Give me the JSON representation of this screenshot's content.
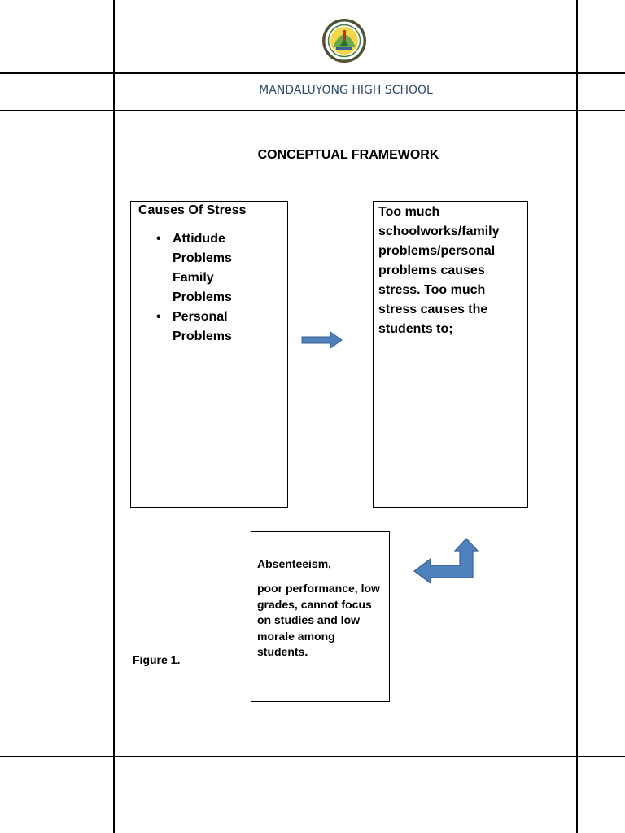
{
  "header": {
    "school_name": "MANDALUYONG HIGH SCHOOL",
    "seal_icon": "school-seal-icon"
  },
  "framework": {
    "title": "CONCEPTUAL FRAMEWORK",
    "causes": {
      "title": "Causes Of Stress",
      "items": [
        "Attidude Problems Family Problems",
        "Personal Problems"
      ]
    },
    "effect_text": "Too much schoolworks/family problems/personal problems causes stress. Too much stress causes the students to;",
    "result": {
      "line1": "Absenteeism,",
      "line2": "poor performance, low grades, cannot focus on studies and low morale among students."
    },
    "figure_label": "Figure 1."
  },
  "colors": {
    "school_name": "#2f4a6b",
    "arrow_fill": "#4f81bd",
    "arrow_stroke": "#3a6391",
    "border": "#000000"
  }
}
